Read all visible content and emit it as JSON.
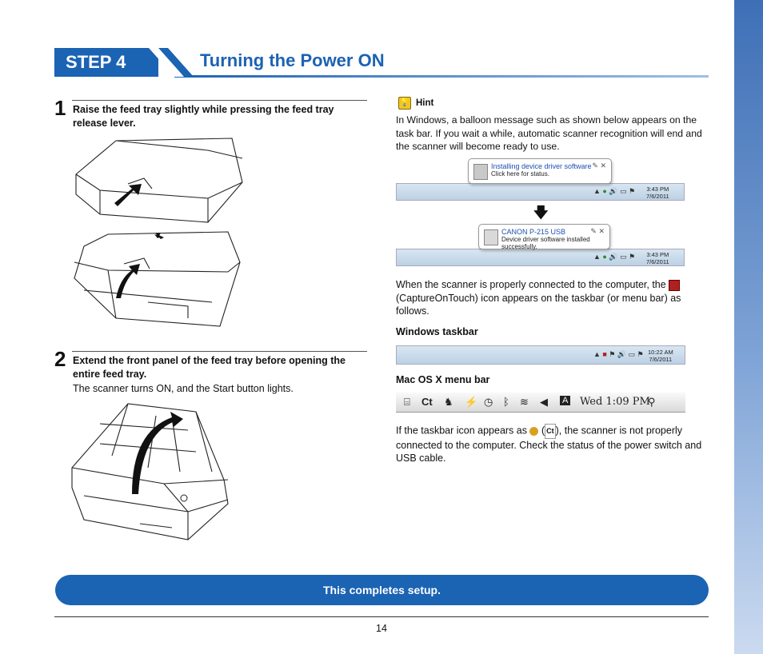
{
  "header": {
    "badge": "STEP 4",
    "title": "Turning the Power ON"
  },
  "step1": {
    "number": "1",
    "instruction": "Raise the feed tray slightly while pressing the feed tray release lever."
  },
  "step2": {
    "number": "2",
    "instruction": "Extend the front panel of the feed tray before opening the entire feed tray.",
    "note": "The scanner turns ON, and the Start button lights."
  },
  "hint": {
    "label": "Hint",
    "text": "In Windows, a balloon message such as shown below appears on the task bar. If you wait a while, automatic scanner recognition will end and the scanner will become ready to use."
  },
  "balloon1": {
    "title": "Installing device driver software",
    "subtitle": "Click here for status.",
    "time": "3:43 PM",
    "date": "7/6/2011"
  },
  "balloon2": {
    "title": "CANON P-215 USB",
    "subtitle": "Device driver software installed successfully.",
    "time": "3:43 PM",
    "date": "7/6/2011"
  },
  "arrow_glyph": "🡇",
  "connected": {
    "before_icon": "When the scanner is properly connected to the computer, the",
    "after_icon": "(CaptureOnTouch) icon appears on the taskbar (or menu bar) as follows."
  },
  "windows_taskbar": {
    "heading": "Windows taskbar",
    "time": "10:22 AM",
    "date": "7/6/2011"
  },
  "mac_menubar": {
    "heading": "Mac OS X menu bar",
    "clock": "Wed 1:09 PM"
  },
  "disconnected": {
    "before_icon": "If the taskbar icon appears as",
    "after_icon": "), the scanner is not properly connected to the computer. Check the status of the power switch and USB cable."
  },
  "completes": "This completes setup.",
  "page_number": "14",
  "colors": {
    "brand_blue": "#1b63b3"
  }
}
